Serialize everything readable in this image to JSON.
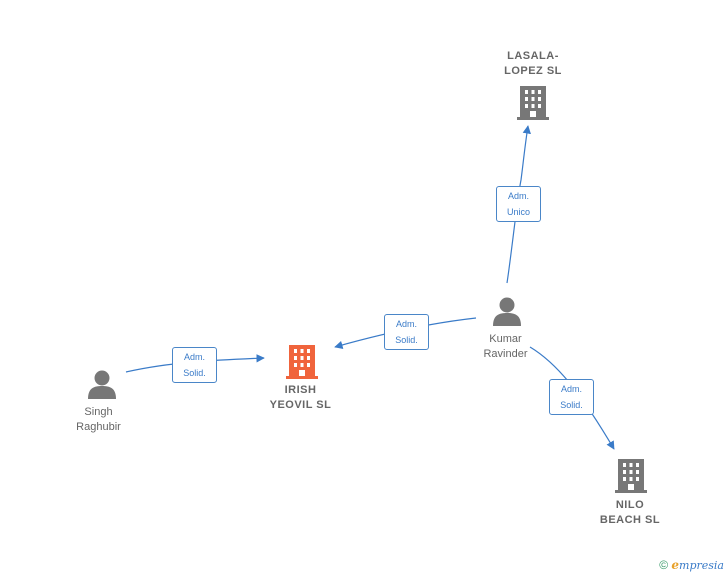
{
  "nodes": {
    "lasala": {
      "label": "LASALA-\nLOPEZ SL",
      "kind": "company",
      "color": "#777777"
    },
    "irish": {
      "label": "IRISH\nYEOVIL  SL",
      "kind": "company",
      "color": "#f0643c"
    },
    "nilo": {
      "label": "NILO\nBEACH  SL",
      "kind": "company",
      "color": "#777777"
    },
    "kumar": {
      "label": "Kumar\nRavinder",
      "kind": "person",
      "color": "#777777"
    },
    "singh": {
      "label": "Singh\nRaghubir",
      "kind": "person",
      "color": "#777777"
    }
  },
  "edges": {
    "kumar_lasala": {
      "label": "Adm.\nUnico"
    },
    "kumar_irish": {
      "label": "Adm.\nSolid."
    },
    "kumar_nilo": {
      "label": "Adm.\nSolid."
    },
    "singh_irish": {
      "label": "Adm.\nSolid."
    }
  },
  "colors": {
    "edge": "#3a7bc8"
  },
  "footer": {
    "copyright": "©",
    "brand_initial": "e",
    "brand_rest": "mpresia"
  }
}
